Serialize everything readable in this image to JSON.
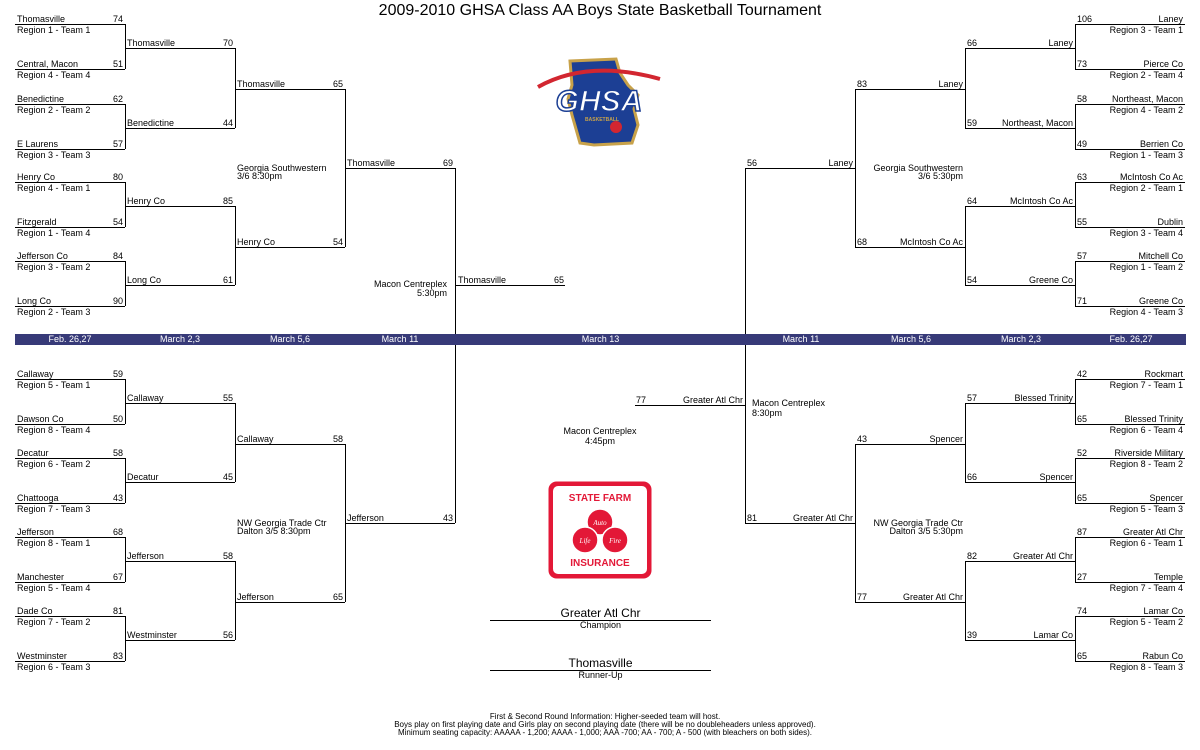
{
  "title": "2009-2010 GHSA Class AA Boys State Basketball Tournament",
  "logo": {
    "text": "GHSA",
    "subtext": "BASKETBALL",
    "colors": {
      "blue": "#1c3f94",
      "red": "#d22630",
      "gold": "#c8a24a"
    }
  },
  "sponsor": {
    "top": "STATE FARM",
    "bottom": "INSURANCE",
    "circles": [
      "Auto",
      "Life",
      "Fire"
    ],
    "color": "#e31837"
  },
  "dates": [
    "Feb. 26,27",
    "March 2,3",
    "March 5,6",
    "March 11",
    "March 13",
    "March 11",
    "March 5,6",
    "March 2,3",
    "Feb. 26,27"
  ],
  "left_top": {
    "r1": [
      {
        "name": "Thomasville",
        "score": "74",
        "seed": "Region 1 - Team 1"
      },
      {
        "name": "Central, Macon",
        "score": "51",
        "seed": "Region 4 - Team 4"
      },
      {
        "name": "Benedictine",
        "score": "62",
        "seed": "Region 2 - Team 2"
      },
      {
        "name": "E Laurens",
        "score": "57",
        "seed": "Region 3 - Team 3"
      },
      {
        "name": "Henry Co",
        "score": "80",
        "seed": "Region 4 - Team 1"
      },
      {
        "name": "Fitzgerald",
        "score": "54",
        "seed": "Region 1 - Team 4"
      },
      {
        "name": "Jefferson Co",
        "score": "84",
        "seed": "Region 3 - Team 2"
      },
      {
        "name": "Long Co",
        "score": "90",
        "seed": "Region 2 - Team 3"
      }
    ],
    "r2": [
      {
        "name": "Thomasville",
        "score": "70"
      },
      {
        "name": "Benedictine",
        "score": "44"
      },
      {
        "name": "Henry Co",
        "score": "85"
      },
      {
        "name": "Long Co",
        "score": "61"
      }
    ],
    "r3": [
      {
        "name": "Thomasville",
        "score": "65"
      },
      {
        "name": "Henry Co",
        "score": "54"
      }
    ],
    "r3_venue": "Georgia Southwestern",
    "r3_time": "3/6 8:30pm",
    "r4": {
      "name": "Thomasville",
      "score": "69"
    }
  },
  "left_bottom": {
    "r1": [
      {
        "name": "Callaway",
        "score": "59",
        "seed": "Region 5 - Team 1"
      },
      {
        "name": "Dawson Co",
        "score": "50",
        "seed": "Region 8 - Team 4"
      },
      {
        "name": "Decatur",
        "score": "58",
        "seed": "Region 6 - Team 2"
      },
      {
        "name": "Chattooga",
        "score": "43",
        "seed": "Region 7 - Team 3"
      },
      {
        "name": "Jefferson",
        "score": "68",
        "seed": "Region 8 - Team 1"
      },
      {
        "name": "Manchester",
        "score": "67",
        "seed": "Region 5 - Team 4"
      },
      {
        "name": "Dade Co",
        "score": "81",
        "seed": "Region 7 - Team 2"
      },
      {
        "name": "Westminster",
        "score": "83",
        "seed": "Region 6 - Team 3"
      }
    ],
    "r2": [
      {
        "name": "Callaway",
        "score": "55"
      },
      {
        "name": "Decatur",
        "score": "45"
      },
      {
        "name": "Jefferson",
        "score": "58"
      },
      {
        "name": "Westminster",
        "score": "56"
      }
    ],
    "r3": [
      {
        "name": "Callaway",
        "score": "58"
      },
      {
        "name": "Jefferson",
        "score": "65"
      }
    ],
    "r3_venue": "NW Georgia Trade Ctr",
    "r3_time": "Dalton 3/5 8:30pm",
    "r4": {
      "name": "Jefferson",
      "score": "43"
    }
  },
  "right_top": {
    "r1": [
      {
        "name": "Laney",
        "score": "106",
        "seed": "Region 3 - Team 1"
      },
      {
        "name": "Pierce Co",
        "score": "73",
        "seed": "Region 2 - Team 4"
      },
      {
        "name": "Northeast, Macon",
        "score": "58",
        "seed": "Region 4 - Team 2"
      },
      {
        "name": "Berrien Co",
        "score": "49",
        "seed": "Region 1 - Team 3"
      },
      {
        "name": "McIntosh Co Ac",
        "score": "63",
        "seed": "Region 2 - Team 1"
      },
      {
        "name": "Dublin",
        "score": "55",
        "seed": "Region 3 - Team 4"
      },
      {
        "name": "Mitchell Co",
        "score": "57",
        "seed": "Region 1 - Team 2"
      },
      {
        "name": "Greene Co",
        "score": "71",
        "seed": "Region 4 - Team 3"
      }
    ],
    "r2": [
      {
        "name": "Laney",
        "score": "66"
      },
      {
        "name": "Northeast, Macon",
        "score": "59"
      },
      {
        "name": "McIntosh Co Ac",
        "score": "64"
      },
      {
        "name": "Greene Co",
        "score": "54"
      }
    ],
    "r3": [
      {
        "name": "Laney",
        "score": "83"
      },
      {
        "name": "McIntosh Co Ac",
        "score": "68"
      }
    ],
    "r3_venue": "Georgia Southwestern",
    "r3_time": "3/6 5:30pm",
    "r4": {
      "name": "Laney",
      "score": "56"
    }
  },
  "right_bottom": {
    "r1": [
      {
        "name": "Rockmart",
        "score": "42",
        "seed": "Region 7 - Team 1"
      },
      {
        "name": "Blessed Trinity",
        "score": "65",
        "seed": "Region 6 - Team 4"
      },
      {
        "name": "Riverside Military",
        "score": "52",
        "seed": "Region 8 - Team 2"
      },
      {
        "name": "Spencer",
        "score": "65",
        "seed": "Region 5 - Team 3"
      },
      {
        "name": "Greater Atl Chr",
        "score": "87",
        "seed": "Region 6 - Team 1"
      },
      {
        "name": "Temple",
        "score": "27",
        "seed": "Region 7 - Team 4"
      },
      {
        "name": "Lamar Co",
        "score": "74",
        "seed": "Region 5 - Team 2"
      },
      {
        "name": "Rabun Co",
        "score": "65",
        "seed": "Region 8 - Team 3"
      }
    ],
    "r2": [
      {
        "name": "Blessed Trinity",
        "score": "57"
      },
      {
        "name": "Spencer",
        "score": "66"
      },
      {
        "name": "Greater Atl Chr",
        "score": "82"
      },
      {
        "name": "Lamar Co",
        "score": "39"
      }
    ],
    "r3": [
      {
        "name": "Spencer",
        "score": "43"
      },
      {
        "name": "Greater Atl Chr",
        "score": "77"
      }
    ],
    "r3_venue": "NW Georgia Trade Ctr",
    "r3_time": "Dalton 3/5 5:30pm",
    "r4": {
      "name": "Greater Atl Chr",
      "score": "81"
    }
  },
  "semis": {
    "left": {
      "name": "Thomasville",
      "score": "65",
      "venue": "Macon Centreplex",
      "time": "5:30pm"
    },
    "right": {
      "name": "Greater Atl Chr",
      "score": "77",
      "venue": "Macon Centreplex",
      "time": "8:30pm"
    }
  },
  "final": {
    "venue": "Macon Centreplex",
    "time": "4:45pm"
  },
  "champion": {
    "name": "Greater Atl Chr",
    "label": "Champion"
  },
  "runner_up": {
    "name": "Thomasville",
    "label": "Runner-Up"
  },
  "footer": [
    "First & Second Round Information:  Higher-seeded team will host.",
    "Boys play on first playing date and Girls play on second playing date (there will be no doubleheaders unless approved).",
    "Minimum seating capacity: AAAAA - 1,200; AAAA - 1,000; AAA -700; AA - 700; A - 500 (with bleachers on both sides)."
  ]
}
